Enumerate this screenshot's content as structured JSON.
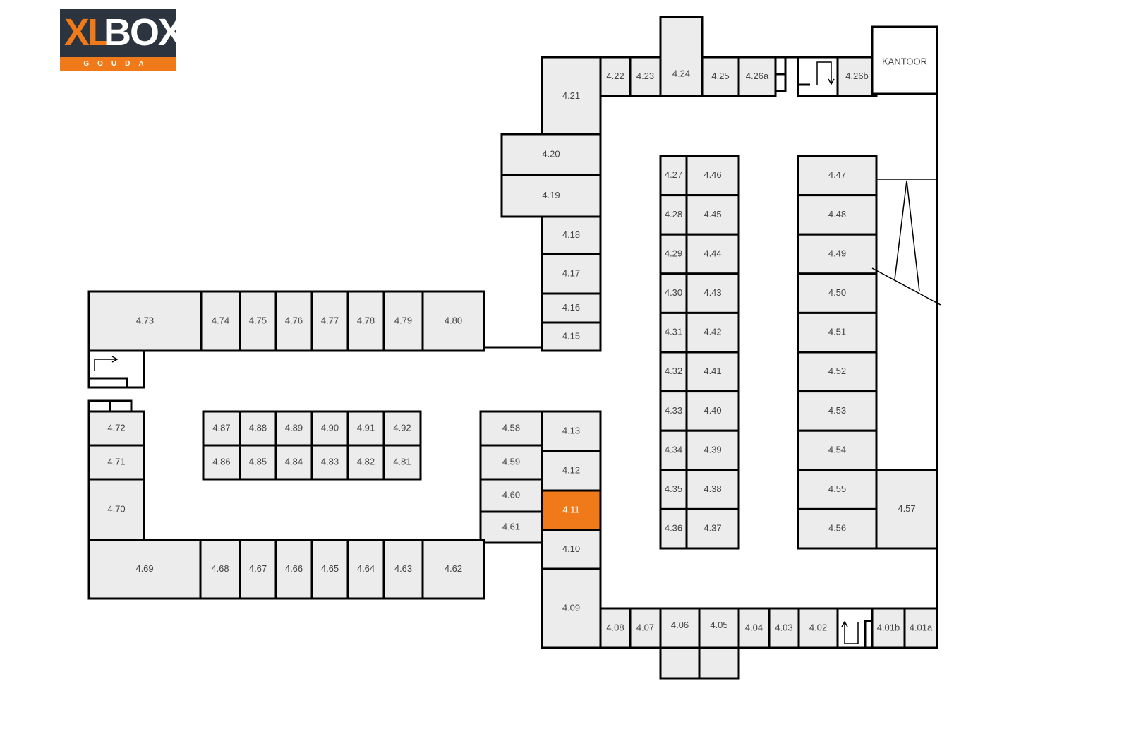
{
  "logo": {
    "brand_left": "XL",
    "brand_right": "BOX",
    "city": "GOUDA"
  },
  "colors": {
    "room": "#ececec",
    "highlight": "#f07a1a",
    "wall": "#000000"
  },
  "highlighted_room": "4.11",
  "rooms": [
    "4.21",
    "4.20",
    "4.19",
    "4.18",
    "4.17",
    "4.16",
    "4.15",
    "4.22",
    "4.23",
    "4.24",
    "4.25",
    "4.26a",
    "4.26b",
    "KANTOOR",
    "4.27",
    "4.28",
    "4.29",
    "4.30",
    "4.31",
    "4.32",
    "4.33",
    "4.34",
    "4.35",
    "4.36",
    "4.46",
    "4.45",
    "4.44",
    "4.43",
    "4.42",
    "4.41",
    "4.40",
    "4.39",
    "4.38",
    "4.37",
    "4.47",
    "4.48",
    "4.49",
    "4.50",
    "4.51",
    "4.52",
    "4.53",
    "4.54",
    "4.55",
    "4.56",
    "4.57",
    "4.13",
    "4.12",
    "4.11",
    "4.10",
    "4.09",
    "4.58",
    "4.59",
    "4.60",
    "4.61",
    "4.08",
    "4.07",
    "4.06",
    "4.05",
    "4.04",
    "4.03",
    "4.02",
    "4.01b",
    "4.01a",
    "4.73",
    "4.74",
    "4.75",
    "4.76",
    "4.77",
    "4.78",
    "4.79",
    "4.80",
    "4.72",
    "4.71",
    "4.70",
    "4.69",
    "4.68",
    "4.67",
    "4.66",
    "4.65",
    "4.64",
    "4.63",
    "4.62",
    "4.87",
    "4.88",
    "4.89",
    "4.90",
    "4.91",
    "4.92",
    "4.86",
    "4.85",
    "4.84",
    "4.83",
    "4.82",
    "4.81"
  ]
}
